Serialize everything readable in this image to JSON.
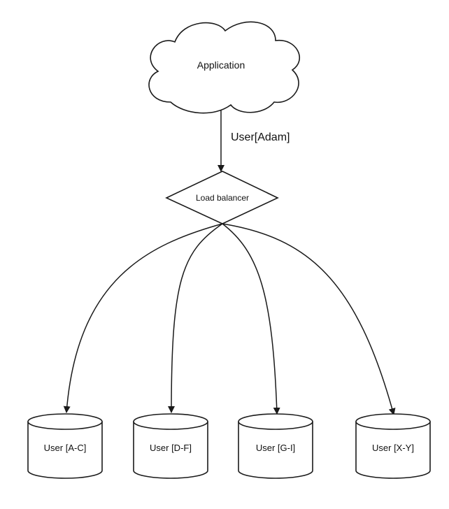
{
  "diagram": {
    "cloud": {
      "label": "Application"
    },
    "edge_label": "User[Adam]",
    "balancer": {
      "label": "Load balancer"
    },
    "databases": [
      {
        "label": "User [A-C]"
      },
      {
        "label": "User [D-F]"
      },
      {
        "label": "User [G-I]"
      },
      {
        "label": "User [X-Y]"
      }
    ]
  }
}
